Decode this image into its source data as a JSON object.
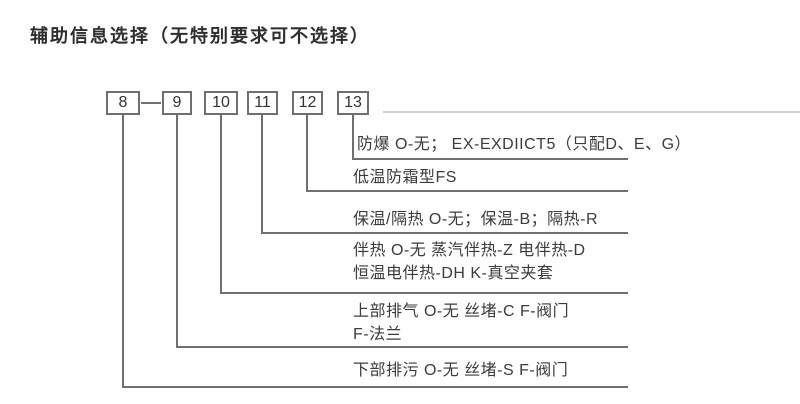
{
  "title": "辅助信息选择（无特别要求可不选择）",
  "colors": {
    "line": "#6f6f6f",
    "text": "#3c3c3c",
    "box_border": "#6f6f6f",
    "background": "#fefefe"
  },
  "code_boxes": [
    {
      "label": "8"
    },
    {
      "label": "9"
    },
    {
      "label": "10"
    },
    {
      "label": "11"
    },
    {
      "label": "12"
    },
    {
      "label": "13"
    }
  ],
  "levels": {
    "box13": {
      "lines": [
        "防爆 O-无； EX-EXDIICT5（只配D、E、G）"
      ]
    },
    "box12": {
      "lines": [
        "低温防霜型FS"
      ]
    },
    "box11": {
      "lines": [
        "保温/隔热 O-无；保温-B；隔热-R"
      ]
    },
    "box10": {
      "lines": [
        "伴热 O-无 蒸汽伴热-Z 电伴热-D",
        "恒温电伴热-DH K-真空夹套"
      ]
    },
    "box9": {
      "lines": [
        "上部排气 O-无 丝堵-C F-阀门",
        "F-法兰"
      ]
    },
    "box8": {
      "lines": [
        "下部排污 O-无 丝堵-S F-阀门"
      ]
    }
  }
}
